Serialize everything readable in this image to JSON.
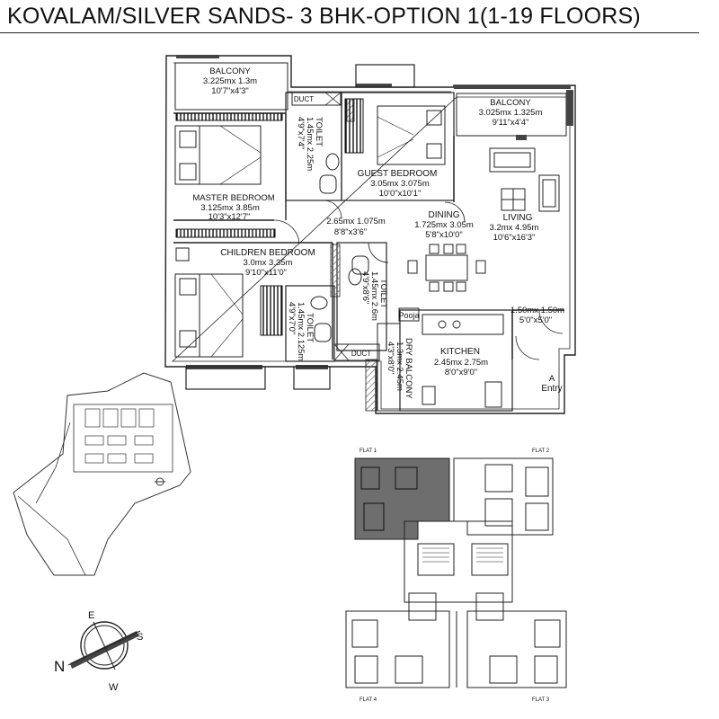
{
  "title": "KOVALAM/SILVER SANDS- 3 BHK-OPTION 1(1-19 FLOORS)",
  "rooms": {
    "balcony1": {
      "name": "BALCONY",
      "dim_m": "3.225mx 1.3m",
      "dim_ft": "10'7\"x4'3\""
    },
    "balcony2": {
      "name": "BALCONY",
      "dim_m": "3.025mx 1.325m",
      "dim_ft": "9'11\"x4'4\""
    },
    "toilet1": {
      "name": "TOILET",
      "dim_m": "1.45mx 2.25m",
      "dim_ft": "4'9\"x7'4\""
    },
    "guest_bedroom": {
      "name": "GUEST BEDROOM",
      "dim_m": "3.05mx 3.075m",
      "dim_ft": "10'0\"x10'1\""
    },
    "master_bedroom": {
      "name": "MASTER BEDROOM",
      "dim_m": "3.125mx 3.85m",
      "dim_ft": "10'3\"x12'7\""
    },
    "passage": {
      "dim_m": "2.65mx 1.075m",
      "dim_ft": "8'8\"x3'6\""
    },
    "dining": {
      "name": "DINING",
      "dim_m": "1.725mx 3.05m",
      "dim_ft": "5'8\"x10'0\""
    },
    "living": {
      "name": "LIVING",
      "dim_m": "3.2mx 4.95m",
      "dim_ft": "10'6\"x16'3\""
    },
    "children_bedroom": {
      "name": "CHILDREN BEDROOM",
      "dim_m": "3.0mx 3.35m",
      "dim_ft": "9'10\"x11'0\""
    },
    "toilet2": {
      "name": "TOILET",
      "dim_m": "1.45mx 2.6m",
      "dim_ft": "4'9\"x8'6\""
    },
    "toilet3": {
      "name": "TOILET",
      "dim_m": "1.45mx 2.125m",
      "dim_ft": "4'9\"x7'0\""
    },
    "pooja": {
      "name": "Pooja"
    },
    "foyer": {
      "dim_m": "1.50mx 1.50m",
      "dim_ft": "5'0\"x5'0\""
    },
    "kitchen": {
      "name": "KITCHEN",
      "dim_m": "2.45mx 2.75m",
      "dim_ft": "8'0\"x9'0\""
    },
    "dry_balcony": {
      "name": "DRY BALCONY",
      "dim_m": "1.3mx 2.45m",
      "dim_ft": "4'3\"x8'0\""
    }
  },
  "duct_label": "DUCT",
  "entry": {
    "marker": "A",
    "label": "Entry"
  },
  "key_plan": {
    "flat1": "FLAT 1",
    "flat2": "FLAT 2",
    "flat3": "FLAT 3",
    "flat4": "FLAT 4"
  },
  "compass": {
    "n": "N",
    "e": "E",
    "s": "S",
    "w": "W"
  },
  "colors": {
    "line": "#222222",
    "hatch": "#888888",
    "shade": "#6e6e6e"
  }
}
